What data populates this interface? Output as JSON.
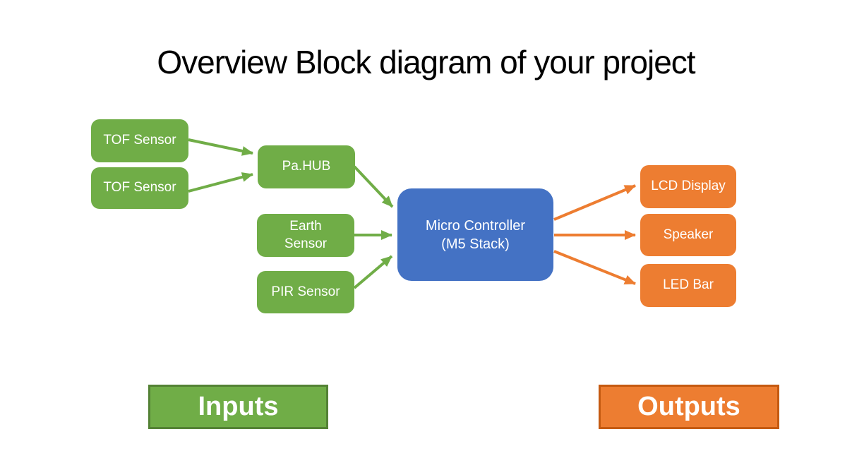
{
  "title": "Overview Block diagram of your project",
  "colors": {
    "input_green": "#70AD47",
    "input_green_border": "#548235",
    "controller_blue": "#4472C4",
    "output_orange": "#ED7D31",
    "output_orange_border": "#C55A11",
    "label_text": "#FFFFFF",
    "title_text": "#000000"
  },
  "nodes": {
    "tof1": {
      "label": "TOF Sensor",
      "type": "input"
    },
    "tof2": {
      "label": "TOF Sensor",
      "type": "input"
    },
    "pahub": {
      "label": "Pa.HUB",
      "type": "input-hub"
    },
    "earth": {
      "label": "Earth\nSensor",
      "type": "input"
    },
    "pir": {
      "label": "PIR Sensor",
      "type": "input"
    },
    "controller": {
      "label": "Micro Controller\n(M5 Stack)",
      "type": "controller"
    },
    "lcd": {
      "label": "LCD Display",
      "type": "output"
    },
    "speaker": {
      "label": "Speaker",
      "type": "output"
    },
    "led": {
      "label": "LED Bar",
      "type": "output"
    }
  },
  "edges": [
    {
      "from": "tof1",
      "to": "pahub",
      "color": "green"
    },
    {
      "from": "tof2",
      "to": "pahub",
      "color": "green"
    },
    {
      "from": "pahub",
      "to": "controller",
      "color": "green"
    },
    {
      "from": "earth",
      "to": "controller",
      "color": "green"
    },
    {
      "from": "pir",
      "to": "controller",
      "color": "green"
    },
    {
      "from": "controller",
      "to": "lcd",
      "color": "orange"
    },
    {
      "from": "controller",
      "to": "speaker",
      "color": "orange"
    },
    {
      "from": "controller",
      "to": "led",
      "color": "orange"
    }
  ],
  "legend": {
    "inputs": "Inputs",
    "outputs": "Outputs"
  }
}
